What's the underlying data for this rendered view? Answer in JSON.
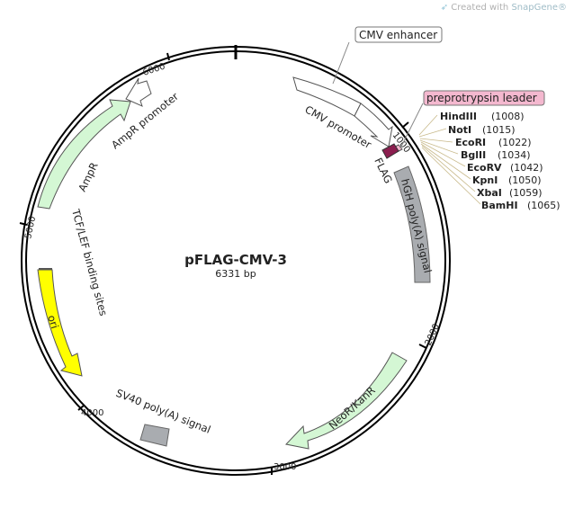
{
  "header": {
    "credit_prefix": "Created with",
    "credit_brand": "SnapGene®",
    "logo_icon": "snapgene-logo-icon"
  },
  "plasmid": {
    "name": "pFLAG-CMV-3",
    "length": 6331,
    "size_label": "6331 bp"
  },
  "ticks": [
    {
      "pos": 1000,
      "label": "1000"
    },
    {
      "pos": 2000,
      "label": "2000"
    },
    {
      "pos": 3000,
      "label": "3000"
    },
    {
      "pos": 4000,
      "label": "4000"
    },
    {
      "pos": 5000,
      "label": "5000"
    },
    {
      "pos": 6000,
      "label": "6000"
    }
  ],
  "features": {
    "cmv_enhancer": {
      "label": "CMV enhancer",
      "color": "#ffffff"
    },
    "cmv_promoter": {
      "label": "CMV promoter",
      "color": "#ffffff"
    },
    "preprotrypsin": {
      "label": "preprotrypsin leader",
      "color": "#f4b8cf"
    },
    "flag": {
      "label": "FLAG",
      "color": "#8b1e4f"
    },
    "hgh_polya": {
      "label": "hGH poly(A) signal",
      "color": "#a9acb0"
    },
    "neor": {
      "label": "NeoR/KanR",
      "color": "#d4f7d4"
    },
    "sv40_polya": {
      "label": "SV40 poly(A) signal",
      "color": "#a9acb0"
    },
    "ori": {
      "label": "ori",
      "color": "#ffff00"
    },
    "tcf": {
      "label": "TCF/LEF binding sites"
    },
    "ampr": {
      "label": "AmpR",
      "color": "#d4f7d4"
    },
    "ampr_promoter": {
      "label": "AmpR promoter",
      "color": "#ffffff"
    }
  },
  "sites": [
    {
      "name": "HindIII",
      "pos": "(1008)"
    },
    {
      "name": "NotI",
      "pos": "(1015)"
    },
    {
      "name": "EcoRI",
      "pos": "(1022)"
    },
    {
      "name": "BglII",
      "pos": "(1034)"
    },
    {
      "name": "EcoRV",
      "pos": "(1042)"
    },
    {
      "name": "KpnI",
      "pos": "(1050)"
    },
    {
      "name": "XbaI",
      "pos": "(1059)"
    },
    {
      "name": "BamHI",
      "pos": "(1065)"
    }
  ]
}
